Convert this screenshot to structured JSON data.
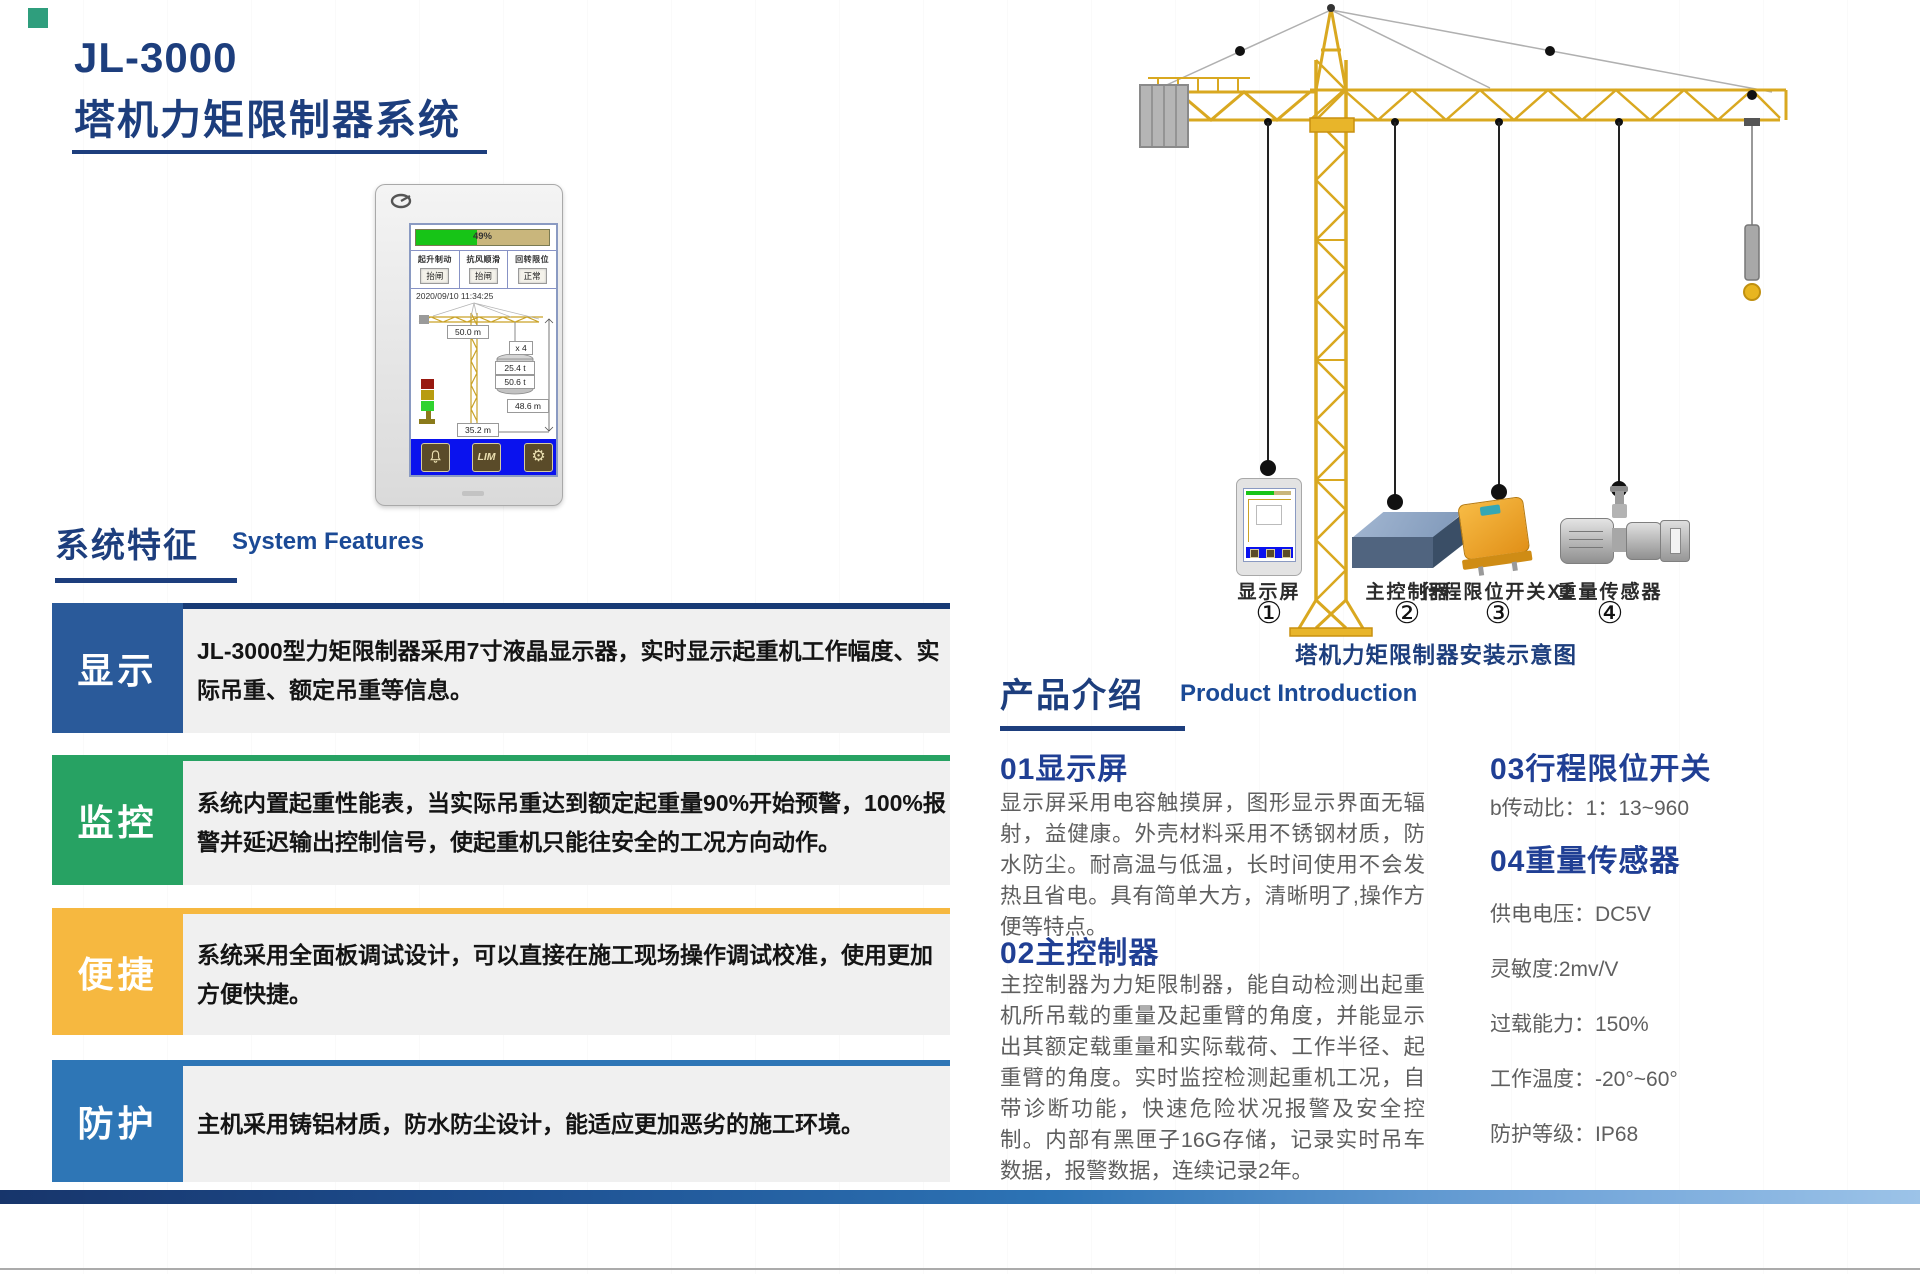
{
  "page": {
    "title_line1": "JL-3000",
    "title_line2": "塔机力矩限制器系统"
  },
  "device": {
    "screen": {
      "progress_label": "49%",
      "status": [
        {
          "header": "起升制动",
          "button": "抬闸"
        },
        {
          "header": "抗风顺滑",
          "button": "抬闸"
        },
        {
          "header": "回转限位",
          "button": "正常"
        }
      ],
      "datetime": "2020/09/10 11:34:25",
      "dims": {
        "jib_length": "50.0 m",
        "rope_falls": "x 4",
        "load_actual": "25.4 t",
        "load_rated": "50.6 t",
        "height": "48.6 m",
        "radius": "35.2 m"
      },
      "nav": {
        "lim": "LIM"
      }
    }
  },
  "features": {
    "title_zh": "系统特征",
    "title_en": "System Features",
    "items": [
      {
        "label": "显示",
        "text": "JL-3000型力矩限制器采用7寸液晶显示器，实时显示起重机工作幅度、实际吊重、额定吊重等信息。"
      },
      {
        "label": "监控",
        "text": "系统内置起重性能表，当实际吊重达到额定起重量90%开始预警，100%报警并延迟输出控制信号，使起重机只能往安全的工况方向动作。"
      },
      {
        "label": "便捷",
        "text": "系统采用全面板调试设计，可以直接在施工现场操作调试校准，使用更加方便快捷。"
      },
      {
        "label": "防护",
        "text": "主机采用铸铝材质，防水防尘设计，能适应更加恶劣的施工环境。"
      }
    ]
  },
  "diagram": {
    "caption": "塔机力矩限制器安装示意图",
    "components": [
      {
        "label": "显示屏",
        "num": "①"
      },
      {
        "label": "主控制器",
        "num": "②"
      },
      {
        "label": "行程限位开关X2",
        "num": "③"
      },
      {
        "label": "重量传感器",
        "num": "④"
      }
    ]
  },
  "intro": {
    "title_zh": "产品介绍",
    "title_en": "Product Introduction",
    "col1": [
      {
        "heading": "01显示屏",
        "body": "显示屏采用电容触摸屏，图形显示界面无辐射，益健康。外壳材料采用不锈钢材质，防水防尘。耐高温与低温，长时间使用不会发热且省电。具有简单大方，清晰明了,操作方便等特点。"
      },
      {
        "heading": "02主控制器",
        "body": "主控制器为力矩限制器，能自动检测出起重机所吊载的重量及起重臂的角度，并能显示出其额定载重量和实际载荷、工作半径、起重臂的角度。实时监控检测起重机工况，自带诊断功能，快速危险状况报警及安全控制。内部有黑匣子16G存储，记录实时吊车数据，报警数据，连续记录2年。"
      }
    ],
    "col2": {
      "heading3": "03行程限位开关",
      "spec3": "b传动比：1：13~960",
      "heading4": "04重量传感器",
      "specs4": [
        "供电电压：DC5V",
        "灵敏度:2mv/V",
        "过载能力：150%",
        "工作温度：-20°~60°",
        "防护等级：IP68"
      ]
    }
  },
  "colors": {
    "navy": "#1d3e7d",
    "heading_blue": "#203f94",
    "feature_blue": "#2a5a9a",
    "feature_green": "#27a263",
    "feature_yellow": "#f6b840",
    "feature_blue_light": "#2e76b6",
    "crane_yellow": "#f2c331",
    "screen_green": "#17c417",
    "screen_nav_blue": "#0a12ee"
  }
}
